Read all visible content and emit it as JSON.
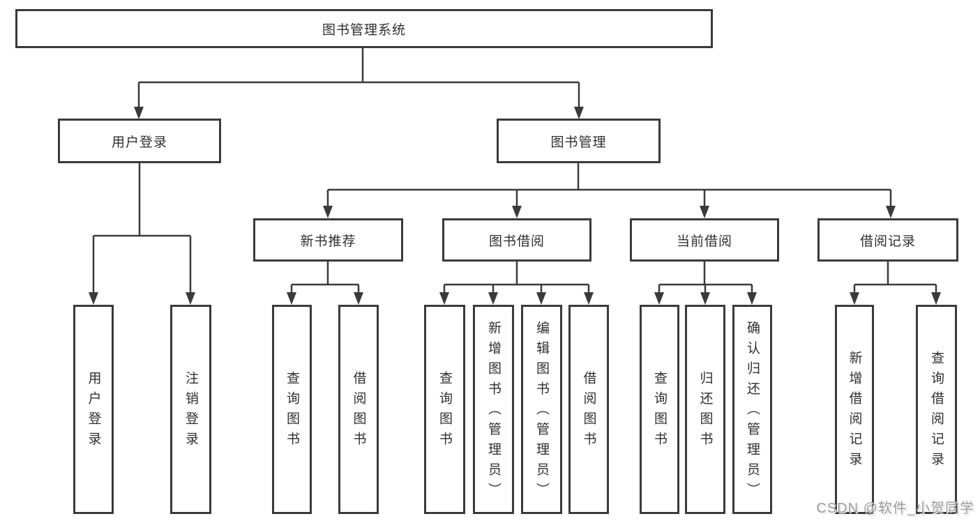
{
  "diagram": {
    "root": {
      "label": "图书管理系统",
      "children": [
        {
          "label": "用户登录",
          "children": [
            {
              "label": "用户登录"
            },
            {
              "label": "注销登录"
            }
          ]
        },
        {
          "label": "图书管理",
          "children": [
            {
              "label": "新书推荐",
              "children": [
                {
                  "label": "查询图书"
                },
                {
                  "label": "借阅图书"
                }
              ]
            },
            {
              "label": "图书借阅",
              "children": [
                {
                  "label": "查询图书"
                },
                {
                  "label": "新增图书（管理员）"
                },
                {
                  "label": "编辑图书（管理员）"
                },
                {
                  "label": "借阅图书"
                }
              ]
            },
            {
              "label": "当前借阅",
              "children": [
                {
                  "label": "查询图书"
                },
                {
                  "label": "归还图书"
                },
                {
                  "label": "确认归还（管理员）"
                }
              ]
            },
            {
              "label": "借阅记录",
              "children": [
                {
                  "label": "新增借阅记录"
                },
                {
                  "label": "查询借阅记录"
                }
              ]
            }
          ]
        }
      ]
    }
  },
  "watermark": {
    "text": "CSDN @软件_小贺同学"
  },
  "colors": {
    "line": "#3a3a3a",
    "text": "#2f2f2f",
    "watermark": "#9c9c9c",
    "background": "#ffffff"
  }
}
